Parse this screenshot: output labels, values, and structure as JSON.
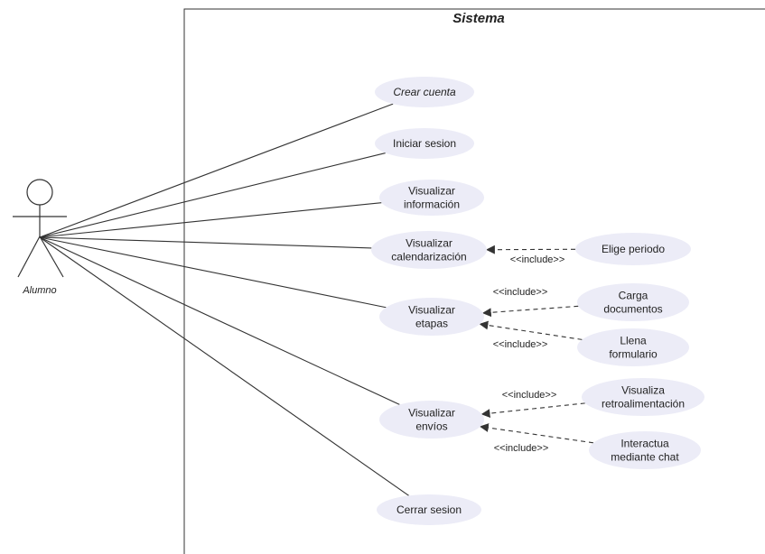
{
  "system": {
    "title": "Sistema"
  },
  "actor": {
    "name": "Alumno"
  },
  "use_cases": [
    {
      "id": "crear",
      "lines": [
        "Crear cuenta"
      ],
      "italic": true
    },
    {
      "id": "iniciar",
      "lines": [
        "Iniciar sesion"
      ]
    },
    {
      "id": "vinfo",
      "lines": [
        "Visualizar",
        "información"
      ]
    },
    {
      "id": "vcal",
      "lines": [
        "Visualizar",
        "calendarización"
      ]
    },
    {
      "id": "vetapas",
      "lines": [
        "Visualizar",
        "etapas"
      ]
    },
    {
      "id": "venvios",
      "lines": [
        "Visualizar",
        "envíos"
      ]
    },
    {
      "id": "cerrar",
      "lines": [
        "Cerrar sesion"
      ]
    },
    {
      "id": "elige",
      "lines": [
        "Elige periodo"
      ]
    },
    {
      "id": "carga",
      "lines": [
        "Carga",
        "documentos"
      ]
    },
    {
      "id": "llena",
      "lines": [
        "Llena",
        "formulario"
      ]
    },
    {
      "id": "retro",
      "lines": [
        "Visualiza",
        "retroalimentación"
      ]
    },
    {
      "id": "chat",
      "lines": [
        "Interactua",
        "mediante chat"
      ]
    }
  ],
  "associations": [
    "crear",
    "iniciar",
    "vinfo",
    "vcal",
    "vetapas",
    "venvios",
    "cerrar"
  ],
  "includes": [
    {
      "from": "elige",
      "to": "vcal",
      "label": "<<include>>"
    },
    {
      "from": "carga",
      "to": "vetapas",
      "label": "<<include>>"
    },
    {
      "from": "llena",
      "to": "vetapas",
      "label": "<<include>>"
    },
    {
      "from": "retro",
      "to": "venvios",
      "label": "<<include>>"
    },
    {
      "from": "chat",
      "to": "venvios",
      "label": "<<include>>"
    }
  ],
  "colors": {
    "usecase_fill": "#ececf7",
    "line": "#333333",
    "border": "#333333"
  }
}
